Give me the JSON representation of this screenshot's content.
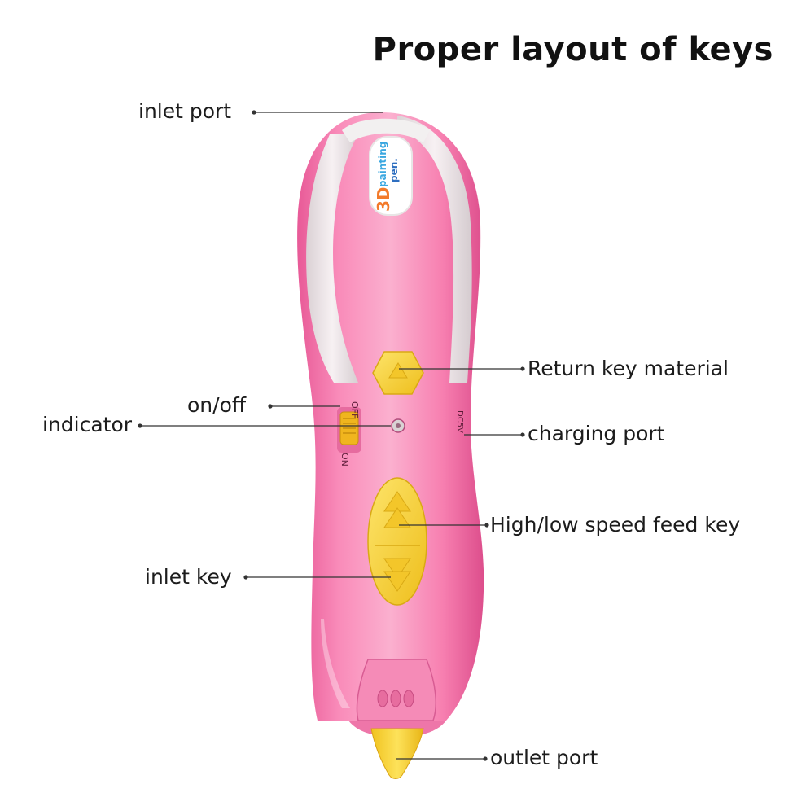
{
  "title": "Proper layout of keys",
  "logo_text": {
    "brand_main": "3D",
    "brand_word1": "painting",
    "brand_word2": "pen."
  },
  "switch_labels": {
    "off": "OFF",
    "on": "ON"
  },
  "port_marking": "DC5V",
  "labels": {
    "inlet_port": "inlet port",
    "on_off": "on/off",
    "indicator": "indicator",
    "inlet_key": "inlet key",
    "return_key_material": "Return key material",
    "charging_port": "charging port",
    "high_low_speed_feed_key": "High/low speed feed key",
    "outlet_port": "outlet port"
  },
  "colors": {
    "pen_body": "#f77fb0",
    "pen_shade": "#e85a97",
    "pen_highlight": "#fbb4d1",
    "panel_white": "#ecebeb",
    "key_yellow": "#f9d63a",
    "key_yellow_dark": "#e6b91f",
    "leader_line": "#333333"
  }
}
